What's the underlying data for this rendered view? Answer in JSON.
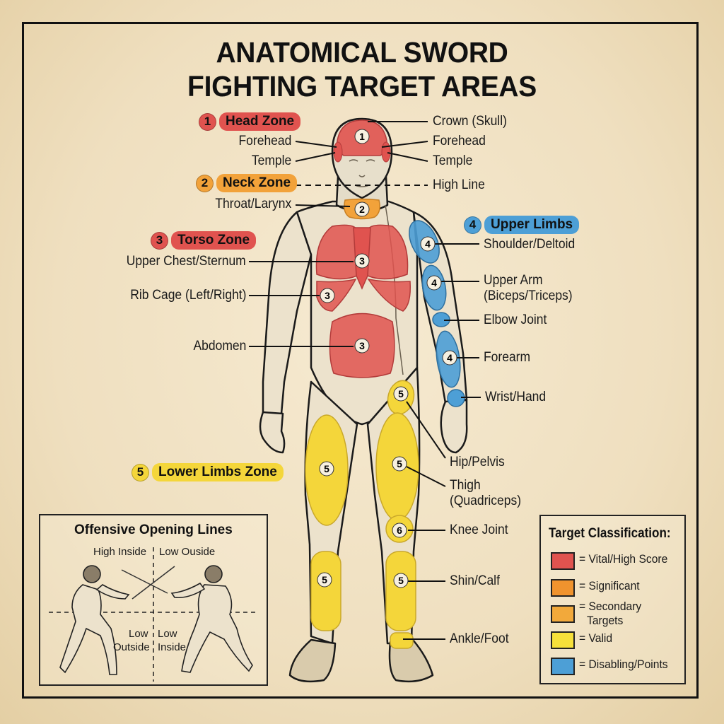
{
  "title": {
    "line1": "ANATOMICAL SWORD",
    "line2": "FIGHTING TARGET AREAS"
  },
  "colors": {
    "vital": "#e0534f",
    "significant": "#f0932e",
    "secondary": "#f2a93b",
    "valid": "#f4d63a",
    "disabling": "#4d9fd6",
    "paper": "#f3e4c6",
    "suit": "#ece2cc"
  },
  "zones": [
    {
      "num": "1",
      "label": "Head Zone",
      "color": "#e0534f"
    },
    {
      "num": "2",
      "label": "Neck Zone",
      "color": "#f2a23a"
    },
    {
      "num": "3",
      "label": "Torso Zone",
      "color": "#e0534f"
    },
    {
      "num": "4",
      "label": "Upper Limbs",
      "color": "#4d9fd6"
    },
    {
      "num": "5",
      "label": "Lower Limbs Zone",
      "color": "#f4d63a"
    }
  ],
  "callouts": {
    "left": [
      {
        "text": "Forehead"
      },
      {
        "text": "Temple"
      },
      {
        "text": "Throat/Larynx"
      },
      {
        "text": "Upper Chest/Sternum"
      },
      {
        "text": "Rib Cage (Left/Right)"
      },
      {
        "text": "Abdomen"
      }
    ],
    "right": [
      {
        "text": "Crown (Skull)"
      },
      {
        "text": "Forehead"
      },
      {
        "text": "Temple"
      },
      {
        "text": "High Line"
      },
      {
        "text": "Shoulder/Deltoid"
      },
      {
        "text": "Upper Arm"
      },
      {
        "text": "(Biceps/Triceps)"
      },
      {
        "text": "Elbow Joint"
      },
      {
        "text": "Forearm"
      },
      {
        "text": "Wrist/Hand"
      },
      {
        "text": "Hip/Pelvis"
      },
      {
        "text": "Thigh"
      },
      {
        "text": "(Quadriceps)"
      },
      {
        "text": "Knee Joint"
      },
      {
        "text": "Shin/Calf"
      },
      {
        "text": "Ankle/Foot"
      }
    ]
  },
  "markers": {
    "head": "1",
    "neck": "2",
    "chest": "3",
    "ribs": "3",
    "abdomen": "3",
    "shoulder": "4",
    "upper_arm": "4",
    "forearm": "4",
    "hip": "5",
    "left_thigh": "5",
    "right_thigh": "5",
    "knee": "6",
    "left_shin": "5",
    "right_shin": "5"
  },
  "opening_lines": {
    "title": "Offensive Opening Lines",
    "high_inside": "High Inside",
    "low_outside_top": "Low Ouside",
    "low_outside_l1": "Low",
    "low_outside_l2": "Outside",
    "low_inside_l1": "Low",
    "low_inside_l2": "Inside"
  },
  "legend": {
    "title": "Target Classification:",
    "items": [
      {
        "color": "#e0534f",
        "text": "= Vital/High Score"
      },
      {
        "color": "#f0932e",
        "text": "= Significant"
      },
      {
        "color": "#f2a93b",
        "text": "= Secondary",
        "text2": "Targets"
      },
      {
        "color": "#f6e03a",
        "text": "= Valid"
      },
      {
        "color": "#4d9fd6",
        "text": "= Disabling/Points"
      }
    ]
  }
}
